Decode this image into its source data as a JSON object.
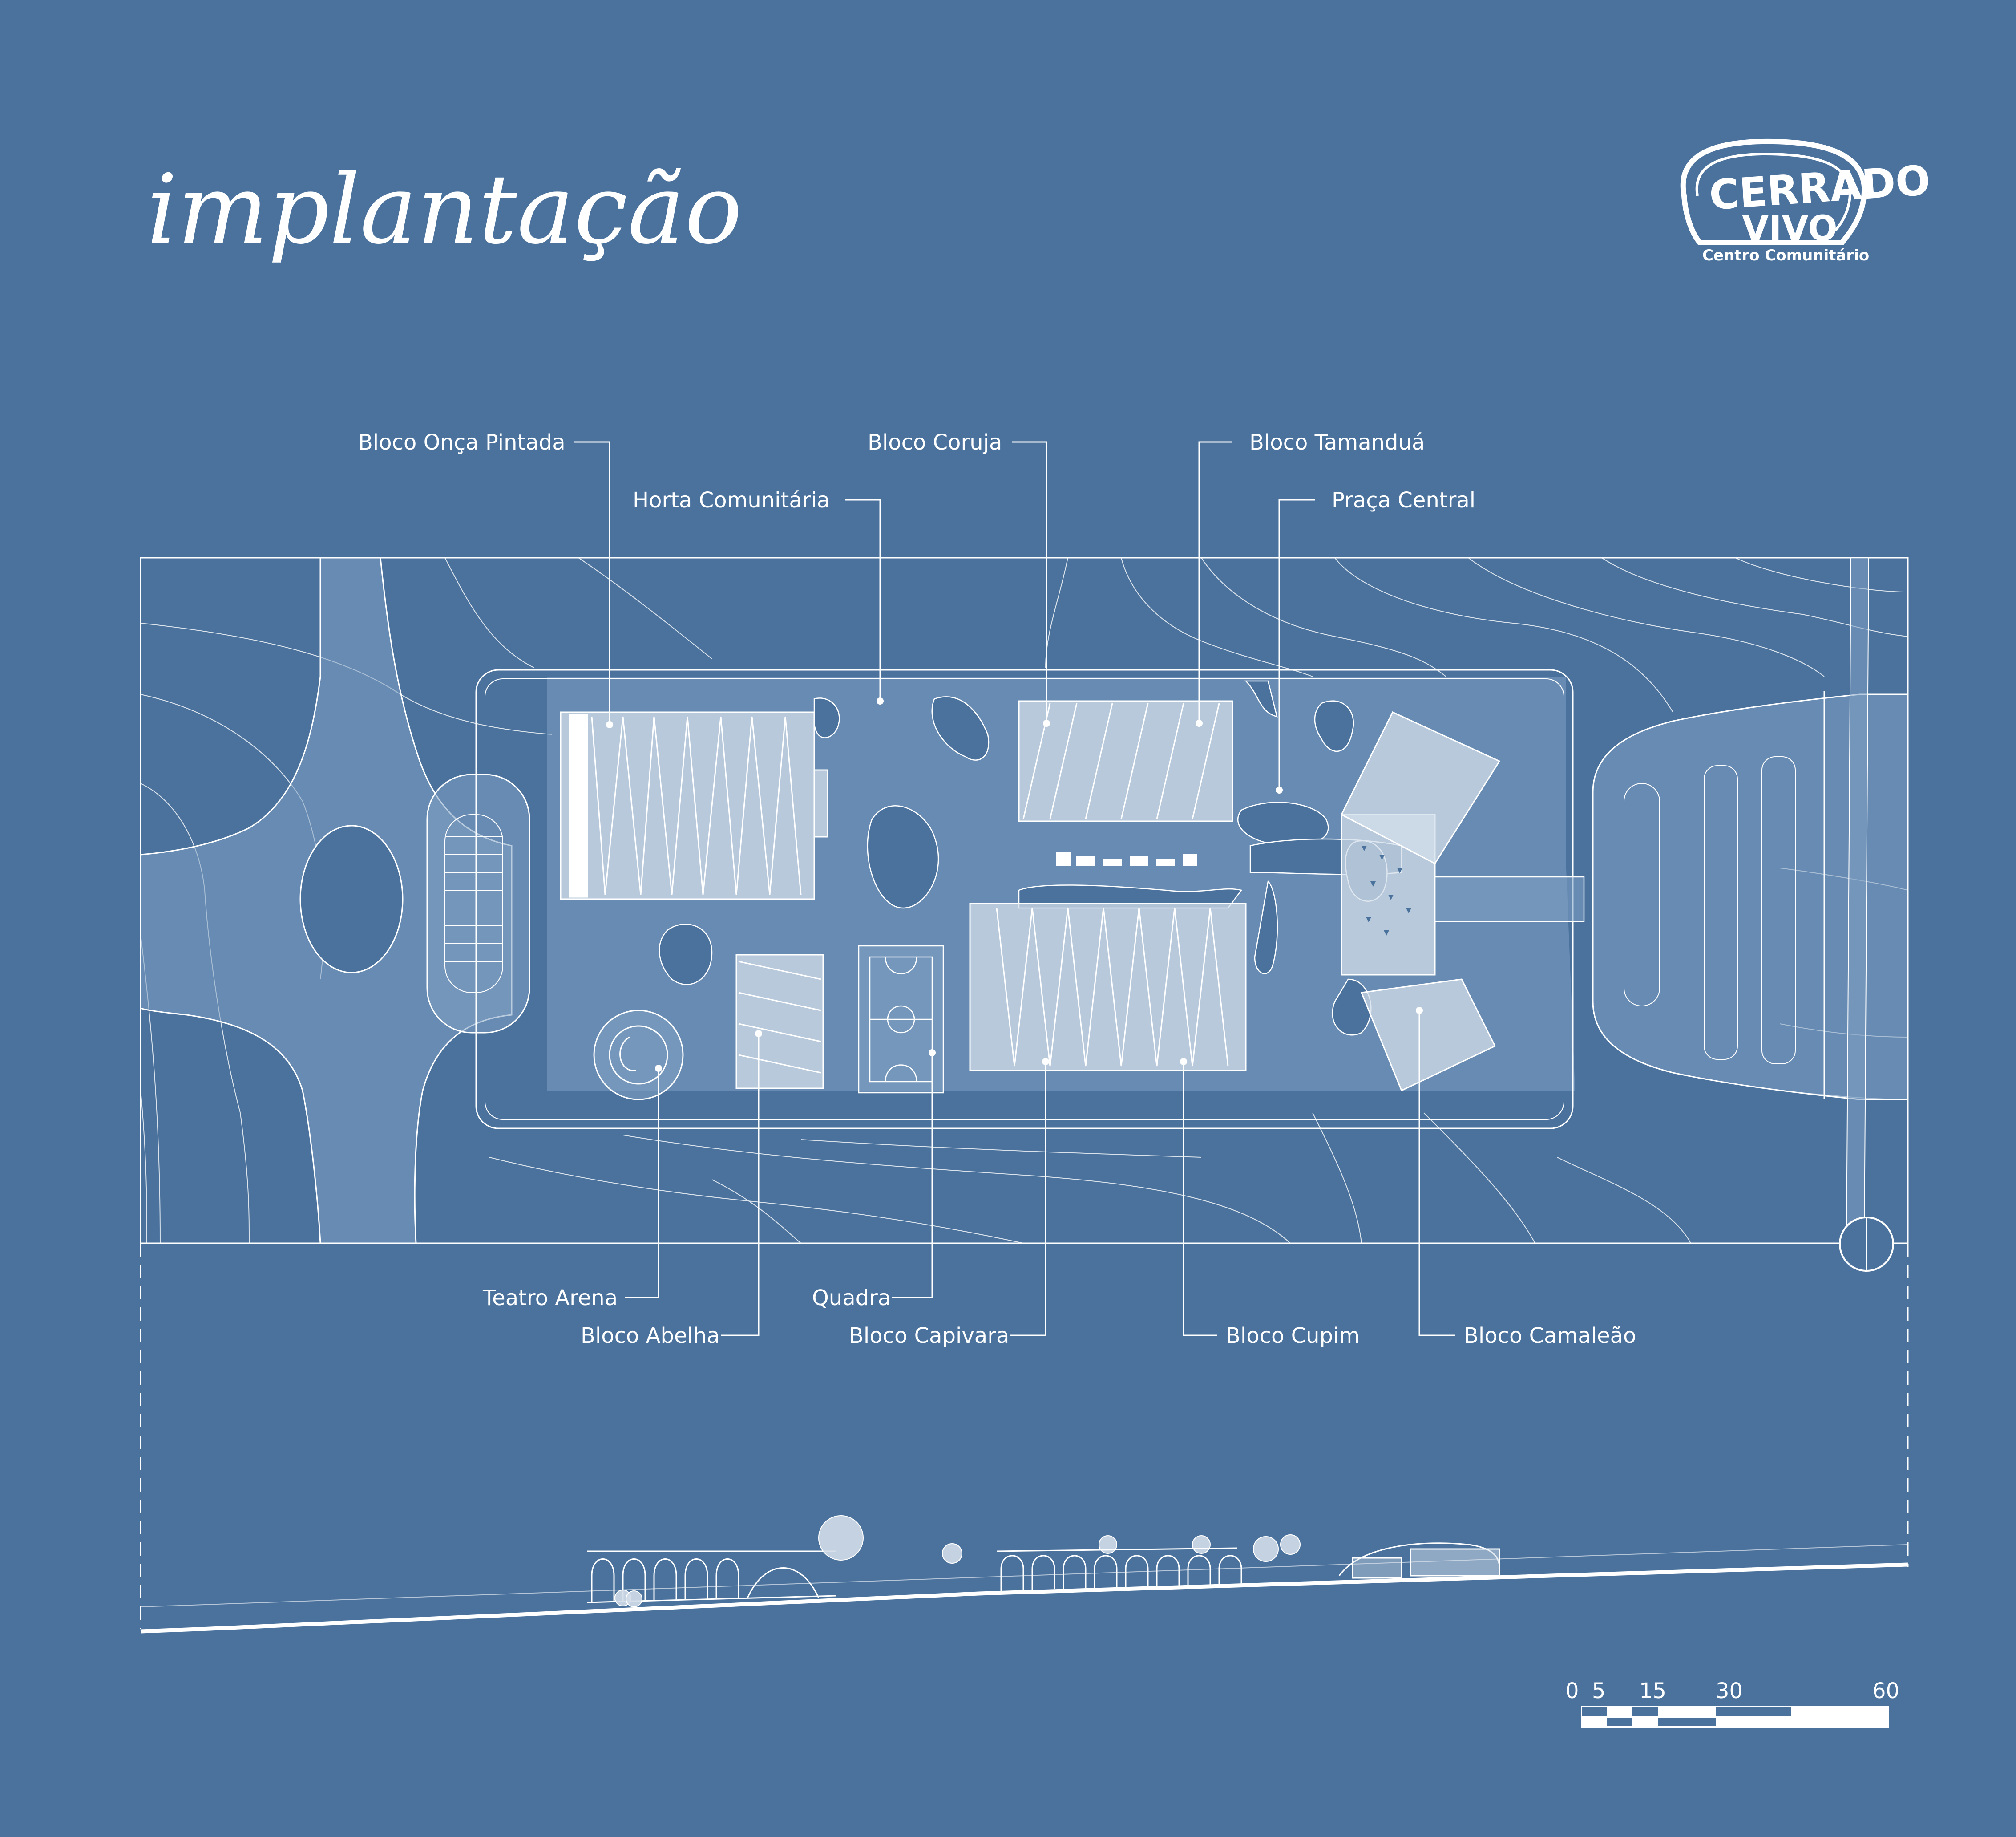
{
  "title": "implantação",
  "logo": {
    "line1": "CERRADO",
    "line2": "VIVO",
    "subtitle": "Centro Comunitário"
  },
  "labels": {
    "onca": "Bloco Onça Pintada",
    "horta": "Horta Comunitária",
    "coruja": "Bloco Coruja",
    "tamandua": "Bloco Tamanduá",
    "praca": "Praça Central",
    "teatro": "Teatro Arena",
    "abelha": "Bloco Abelha",
    "quadra": "Quadra",
    "capivara": "Bloco Capivara",
    "cupim": "Bloco Cupim",
    "camaleao": "Bloco Camaleão"
  },
  "scale": {
    "ticks": [
      "0",
      "5",
      "15",
      "30",
      "60"
    ]
  },
  "colors": {
    "background": "#4a729d",
    "line": "#ffffff",
    "path_fill": "#7fa0c2",
    "block_fill": "#d3dde9"
  }
}
